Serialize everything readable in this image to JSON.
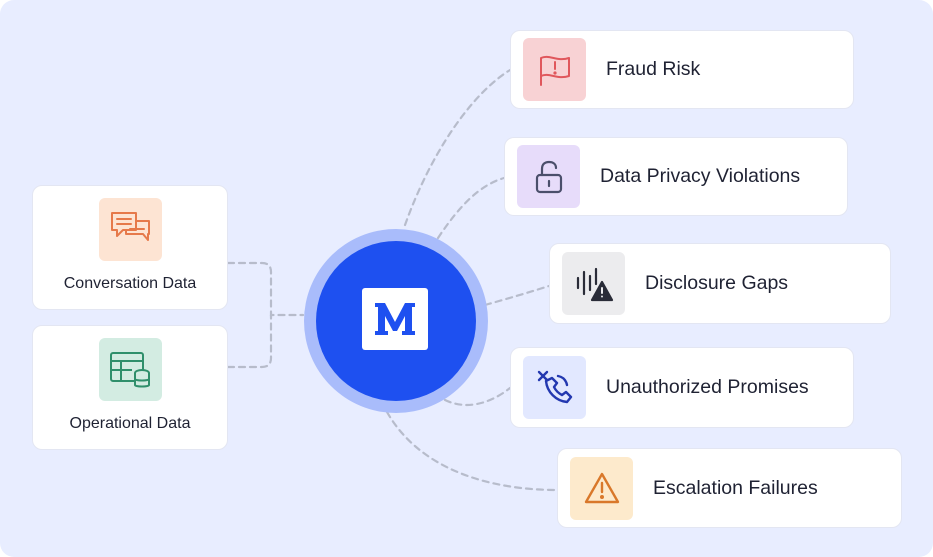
{
  "colors": {
    "background": "#e8edff",
    "hub": "#1e50f0",
    "hub_ring": "#a9bcfb",
    "connector": "#b7bccb"
  },
  "hub": {
    "logo_text": "M",
    "icon": "brand-logo-icon"
  },
  "sources": [
    {
      "label": "Conversation Data",
      "icon": "chat-bubbles-icon",
      "icon_color": "#e6794a",
      "icon_bg": "#fde4d3"
    },
    {
      "label": "Operational Data",
      "icon": "table-database-icon",
      "icon_color": "#2f8f6b",
      "icon_bg": "#d3ece2"
    }
  ],
  "risks": [
    {
      "label": "Fraud Risk",
      "icon": "warning-flag-icon",
      "icon_color": "#e0575c",
      "icon_bg": "#f8d2d4"
    },
    {
      "label": "Data Privacy Violations",
      "icon": "unlocked-padlock-icon",
      "icon_color": "#4b4f6b",
      "icon_bg": "#e7dcfa"
    },
    {
      "label": "Disclosure Gaps",
      "icon": "audio-warning-icon",
      "icon_color": "#2a2c38",
      "icon_bg": "#ececee"
    },
    {
      "label": "Unauthorized Promises",
      "icon": "phone-declined-icon",
      "icon_color": "#2338b0",
      "icon_bg": "#e2e8ff"
    },
    {
      "label": "Escalation Failures",
      "icon": "warning-triangle-icon",
      "icon_color": "#d9782a",
      "icon_bg": "#fdeacc"
    }
  ]
}
